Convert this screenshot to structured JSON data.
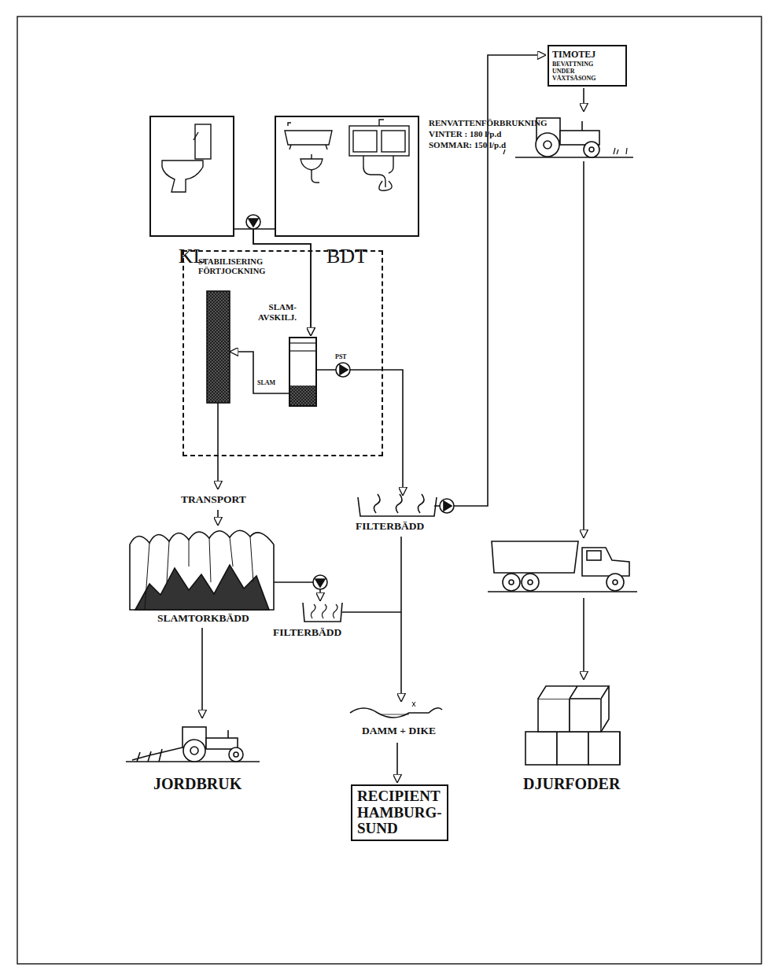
{
  "diagram": {
    "nodes": [
      {
        "text": [
          "TIMOTEJ",
          "BEVATTNING UNDER VÄXTSÄSONG"
        ]
      },
      {
        "text": [
          "KL"
        ]
      },
      {
        "text": [
          "BDT"
        ]
      },
      {
        "text": [
          "STABILISERING FÖRTJOCKNING"
        ]
      },
      {
        "text": [
          "SLAM- AVSKILJ."
        ],
        "in": 3
      },
      {
        "text": [
          "RECIPIENT HAMBURG- SUND"
        ]
      }
    ],
    "edges": [
      {
        "from": 1,
        "to": 4,
        "arrow": "to"
      },
      {
        "from": 2,
        "to": 4,
        "arrow": "to"
      }
    ],
    "labels": [
      "RENVATTENFÖRBRUKNING",
      "VINTER : 180 l/p.d",
      "SOMMAR: 150 l/p.d",
      "SLAM",
      "PST",
      "TRANSPORT",
      "FILTERBÄDD",
      "SLAMTORKBÄDD",
      "FILTERBÄDD",
      "DAMM + DIKE",
      "JORDBRUK",
      "DJURFODER"
    ]
  }
}
